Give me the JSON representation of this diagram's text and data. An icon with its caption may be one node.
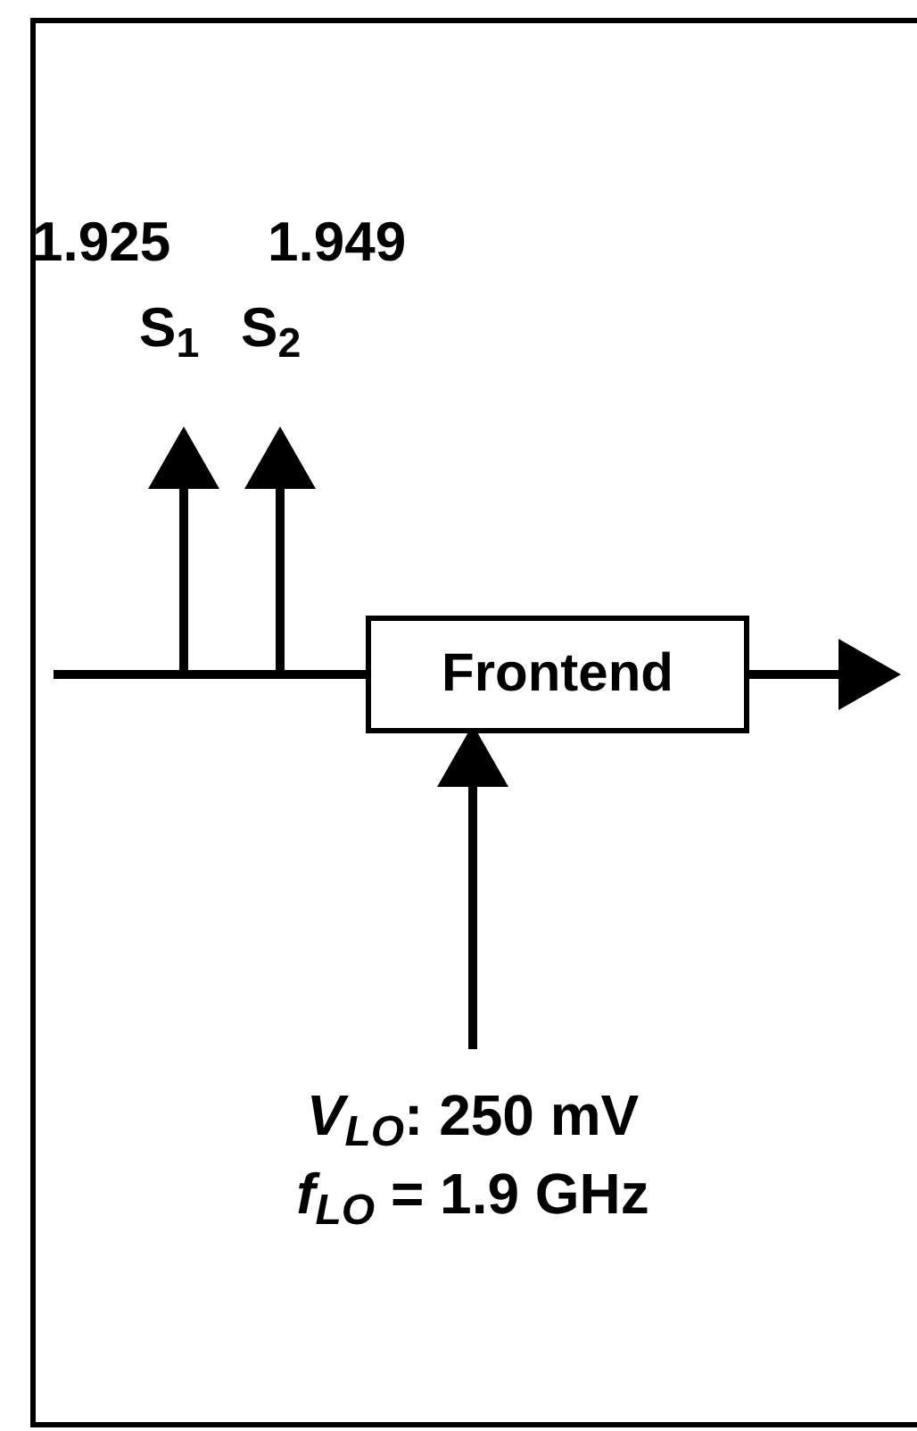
{
  "diagram": {
    "nodes": [
      {
        "text": [
          "Frontend"
        ]
      },
      {
        "text": [
          "*V*$_{LO}$: 250 mV",
          "*f*$_{LO}$ = 1.9 GHz"
        ]
      }
    ],
    "edges": [
      {
        "from": null,
        "to": 0,
        "arrow": "none"
      },
      {
        "from": 0,
        "to": null,
        "arrow": "to"
      },
      {
        "from": 1,
        "to": 0,
        "arrow": "to"
      }
    ],
    "labels": [
      "1.925",
      "1.949",
      "S$_{1}$",
      "S$_{2}$"
    ]
  }
}
